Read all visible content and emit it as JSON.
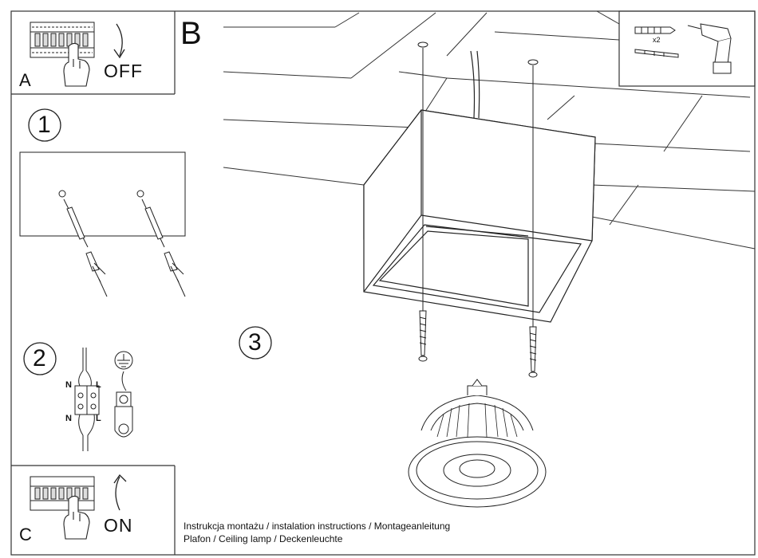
{
  "panels": {
    "a": {
      "letter": "A",
      "switch_text": "OFF"
    },
    "b": {
      "letter": "B"
    },
    "c": {
      "letter": "C",
      "switch_text": "ON"
    }
  },
  "steps": {
    "step1": "1",
    "step2": "2",
    "step3": "3"
  },
  "wiring": {
    "n_top": "N",
    "l_top": "L",
    "n_bottom": "N",
    "l_bottom": "L"
  },
  "tools": {
    "quantity": "x2"
  },
  "footer": {
    "line1": "Instrukcja montażu / instalation instructions / Montageanleitung",
    "line2": "Plafon / Ceiling lamp / Deckenleuchte"
  },
  "icons": [
    "breaker-panel-icon",
    "hand-icon",
    "arrow-down-icon",
    "arrow-up-icon",
    "dowel-icon",
    "screw-icon",
    "drill-icon",
    "ground-symbol-icon",
    "terminal-block-icon"
  ]
}
